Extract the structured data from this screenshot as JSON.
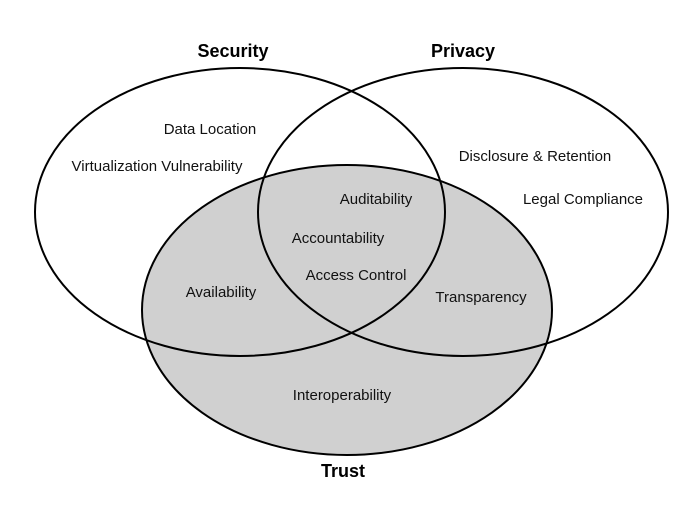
{
  "sets": {
    "security": "Security",
    "privacy": "Privacy",
    "trust": "Trust"
  },
  "items": {
    "data_location": "Data Location",
    "virtualization_vulnerability": "Virtualization Vulnerability",
    "disclosure_retention": "Disclosure & Retention",
    "legal_compliance": "Legal Compliance",
    "auditability": "Auditability",
    "accountability": "Accountability",
    "access_control": "Access Control",
    "availability": "Availability",
    "transparency": "Transparency",
    "interoperability": "Interoperability"
  },
  "colors": {
    "trust_fill": "#d0d0d0",
    "stroke": "#000000"
  }
}
